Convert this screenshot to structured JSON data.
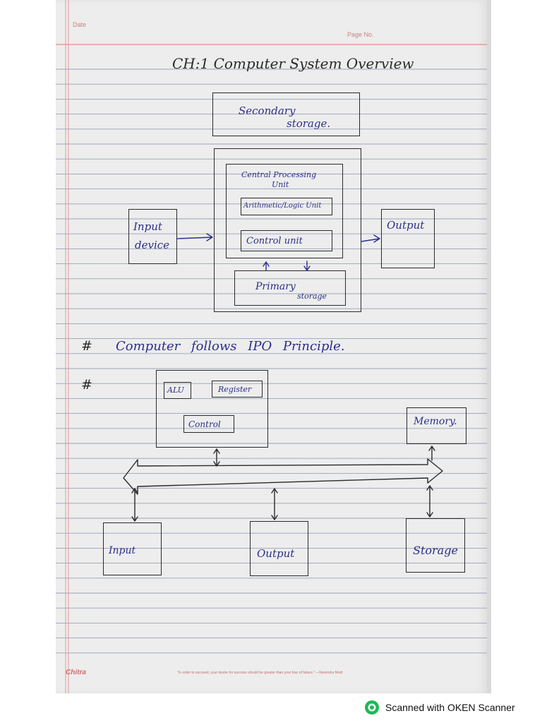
{
  "header": {
    "date_label": "Date",
    "page_label": "Page No."
  },
  "title": "CH:1 Computer System Overview",
  "diagram_1": {
    "secondary_storage": [
      "Secondary",
      "storage."
    ],
    "cpu": [
      "Central Processing",
      "Unit"
    ],
    "alu": "Arithmetic/Logic Unit",
    "control_unit": "Control unit",
    "primary_storage": [
      "Primary",
      "storage"
    ],
    "input_device": [
      "Input",
      "device"
    ],
    "output": "Output"
  },
  "notes": {
    "hash_1": "#",
    "ipo_text": "Computer follows IPO Principle.",
    "hash_2": "#"
  },
  "diagram_2": {
    "alu": "ALU",
    "register": "Register",
    "control": "Control",
    "memory": "Memory.",
    "input": "Input",
    "output": "Output",
    "storage": "Storage"
  },
  "footer": {
    "brand": "Chitra",
    "quote": "\"In order to succeed, your desire for success should be greater than your fear of failure.\" —Narendra Modi"
  },
  "scanner": {
    "text": "Scanned with OKEN Scanner",
    "icon": "oken-scanner-logo-icon"
  },
  "colors": {
    "ink": "#2b2f8a",
    "pencil": "#2a2a2a",
    "paper": "#ededed",
    "margin_rule": "#e39a9a",
    "ruled_line": "#9aa2b8",
    "scanner_green": "#1db954"
  }
}
